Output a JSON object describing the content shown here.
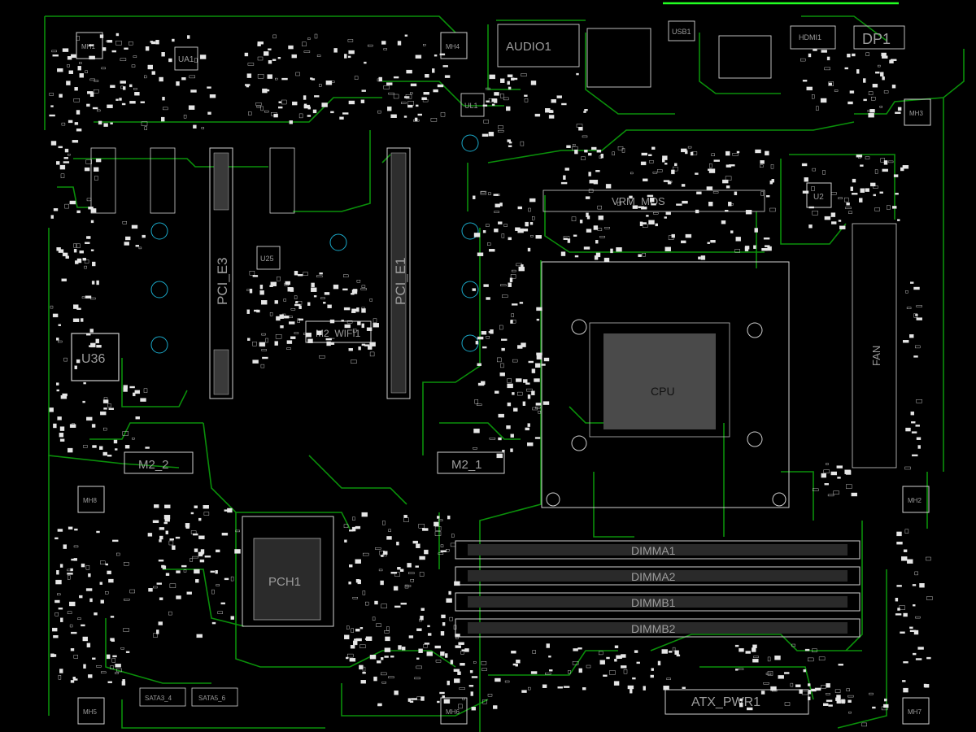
{
  "colors": {
    "background": "#000000",
    "trace": "#0a9a0a",
    "silkscreen": "#d0d0d0",
    "label": "#9c9c9c",
    "via": "#1aa8c8",
    "pad": "#e6e6e6",
    "highlight": "#22ff22"
  },
  "components": {
    "pcie_e3": "PCI_E3",
    "pcie_e1": "PCI_E1",
    "m2_wifi": "M2_WIFI1",
    "m2_2": "M2_2",
    "m2_1": "M2_1",
    "u36": "U36",
    "pch": "PCH1",
    "cpu": "U2",
    "dimm_a1": "DIMMA1",
    "dimm_a2": "DIMMA2",
    "dimm_b1": "DIMMB1",
    "dimm_b2": "DIMMB2",
    "atx_pwr": "ATX_PWR1",
    "dp1": "DP1",
    "audio": "AUDIO1",
    "usb1": "USB1",
    "hdmi": "HDMI1",
    "sata_a": "SATA3_4",
    "sata_b": "SATA5_6",
    "ua1": "UA1",
    "u25": "U25",
    "ul1": "UL1",
    "mh_top_left": "MH1",
    "mh_top_mid": "MH4",
    "mh_right": "MH3",
    "mh_right_mid": "MH2",
    "mh_left_mid": "MH8",
    "mh_bottom_left": "MH5",
    "mh_bottom_mid": "MH6",
    "mh_bottom_right": "MH7",
    "vrm_label": "VRM_MOS",
    "fan_label": "FAN",
    "cpu_socket_label": "CPU"
  }
}
